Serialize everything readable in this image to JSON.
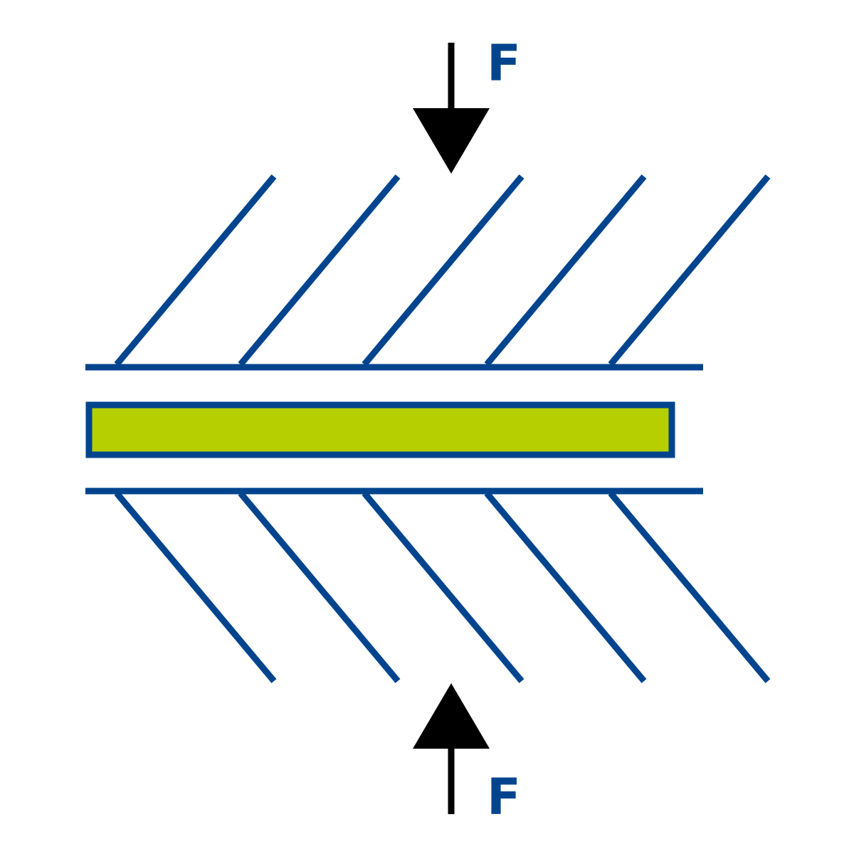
{
  "diagram": {
    "top_force_label": "F",
    "bottom_force_label": "F",
    "top_hatch_count": 5,
    "bottom_hatch_count": 5
  },
  "colors": {
    "line": "#00448E",
    "specimen_fill": "#B5CF00",
    "arrow": "#000000",
    "label": "#00448E",
    "background": "#FFFFFF"
  }
}
